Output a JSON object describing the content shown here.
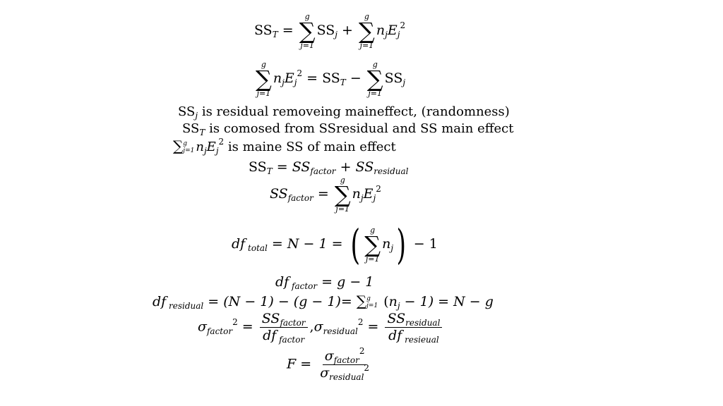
{
  "lines": {
    "eq1": {
      "lhs": "SS",
      "lhs_sub": "T",
      "eq": " = ",
      "sum_top": "g",
      "sum_bot": "j=1",
      "term1": "SS",
      "term1_sub": "j",
      "plus": " + ",
      "n": "n",
      "E": "E",
      "j": "j",
      "sq": "2"
    },
    "eq2": {
      "sum_top": "g",
      "sum_bot": "j=1",
      "n": "n",
      "E": "E",
      "j": "j",
      "sq": "2",
      "eq": " = ",
      "SS": "SS",
      "T": "T",
      "minus": " − ",
      "SSj": "SS",
      "jj": "j"
    },
    "text1": {
      "a": "SS",
      "b": "j",
      "c": " is residual removeing maineffect, (randomness)"
    },
    "text2": {
      "a": "SS",
      "b": "T",
      "c": " is comosed from SSresidual and SS main effect"
    },
    "text3": {
      "sig": "∑",
      "top": "g",
      "bot": "j=1",
      "n": "n",
      "E": "E",
      "j": "j",
      "sq": "2",
      "c": "  is maine SS of main effect"
    },
    "eq3": {
      "a": "SS",
      "b": "T",
      "c": " = ",
      "d": "SS",
      "e": "factor",
      "f": " + ",
      "g": "SS",
      "h": "residual"
    },
    "eq4": {
      "a": "SS",
      "b": "factor",
      "c": " = ",
      "top": "g",
      "bot": "j=1",
      "n": "n",
      "E": "E",
      "j": "j",
      "sq": "2"
    },
    "eq5": {
      "a": "df",
      "b": " total",
      "c": "  = N − 1 = ",
      "top": "g",
      "bot": "j=1",
      "n": "n",
      "j": "j",
      "d": " − 1"
    },
    "eq6": {
      "a": "df",
      "b": " factor",
      "c": "  = g − 1"
    },
    "eq7": {
      "a": "df",
      "b": " residual",
      "c": "  = (N − 1) − (g − 1)= ",
      "sig": "∑",
      "top": "g",
      "bot": "j=1",
      "d": " (",
      "n": "n",
      "j": "j",
      "e": " − 1) = N − g"
    },
    "eq8": {
      "s1": "σ",
      "s1sub": "factor",
      "sq": "2",
      "eq": " = ",
      "num1": "SS",
      "num1sub": "factor",
      "den1": "df",
      "den1sub": " factor",
      "comma": ",",
      "s2": "σ",
      "s2sub": "residual",
      "sq2": "2",
      "eq2": " = ",
      "num2": "SS",
      "num2sub": "residual",
      "den2": "df",
      "den2sub": " resieual"
    },
    "eq9": {
      "F": "F",
      "eq": " = ",
      "num": "σ",
      "numsub": "factor",
      "numsq": "2",
      "den": "σ",
      "densub": "residual",
      "densq": "2"
    }
  }
}
